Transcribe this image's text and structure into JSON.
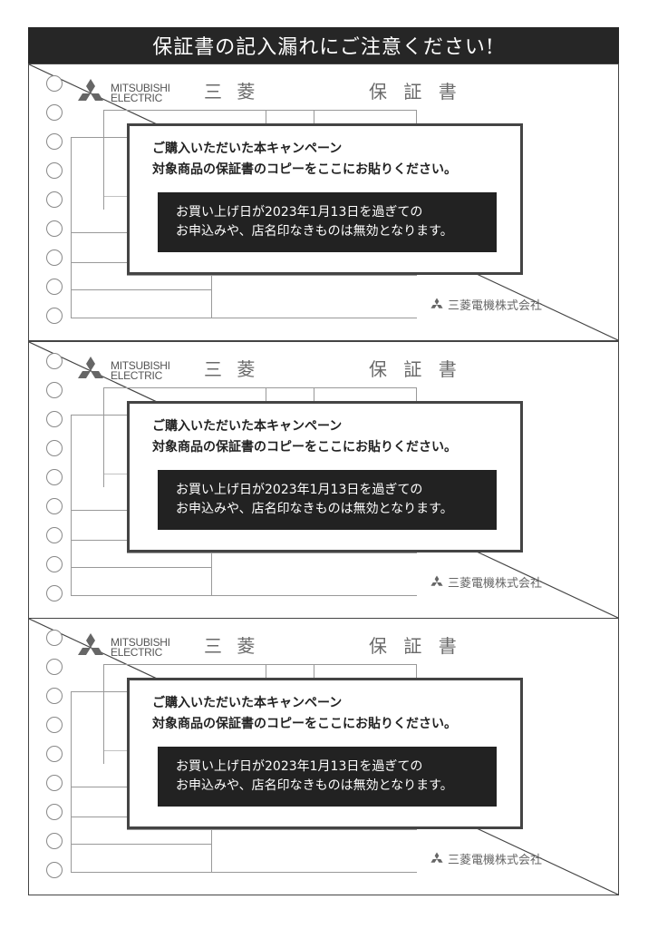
{
  "header": {
    "title": "保証書の記入漏れにご注意ください!"
  },
  "logo": {
    "line1": "MITSUBISHI",
    "line2": "ELECTRIC",
    "icon": "mitsubishi-three-diamonds-icon"
  },
  "brand_jp": "三 菱",
  "doc_title": "保 証 書",
  "company": "三菱電機株式会社",
  "notice": {
    "line1": "ご購入いただいた本キャンペーン",
    "line2": "対象商品の保証書のコピーをここにお貼りください。"
  },
  "warning": {
    "line1": "お買い上げ日が2023年1月13日を過ぎての",
    "line2": "お申込みや、店名印なきものは無効となります。"
  },
  "colors": {
    "bar": "#262626",
    "warn_bg": "#222222",
    "border": "#444444"
  }
}
